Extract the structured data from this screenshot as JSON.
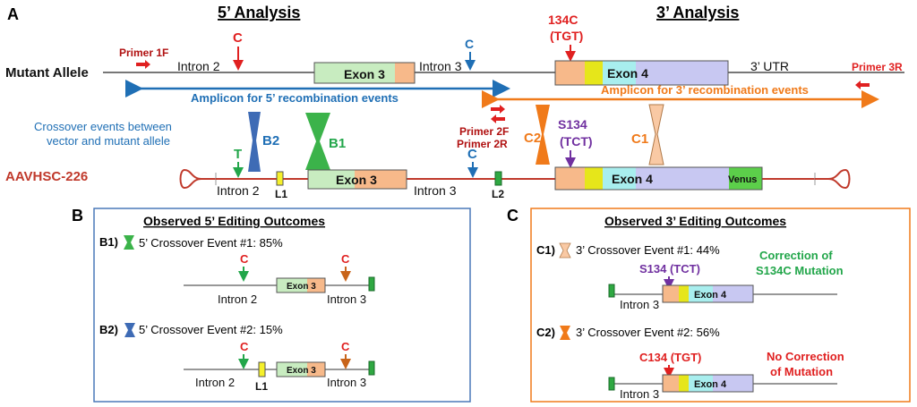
{
  "panel_a": {
    "label": "A",
    "analysis_5": "5’ Analysis",
    "analysis_3": "3’ Analysis",
    "mutant_allele_label": "Mutant Allele",
    "aavhsc_label": "AAVHSC-226",
    "primer_1f": "Primer 1F",
    "primer_3r": "Primer 3R",
    "primer_2f": "Primer 2F",
    "primer_2r": "Primer 2R",
    "intron2": "Intron 2",
    "intron3": "Intron 3",
    "exon3": "Exon 3",
    "exon4": "Exon 4",
    "utr3": "3’ UTR",
    "c": "C",
    "t": "T",
    "mut_codon_1": "134C",
    "mut_codon_2": "(TGT)",
    "s134_1": "S134",
    "s134_2": "(TCT)",
    "amplicon_5": "Amplicon for 5’ recombination events",
    "amplicon_3": "Amplicon for 3’ recombination events",
    "crossover_note_1": "Crossover events between",
    "crossover_note_2": "vector and mutant allele",
    "b1": "B1",
    "b2": "B2",
    "c1": "C1",
    "c2": "C2",
    "l1": "L1",
    "l2": "L2",
    "venus": "Venus"
  },
  "panel_b": {
    "label": "B",
    "title": "Observed 5’ Editing Outcomes",
    "b1_label": "B1)",
    "b1_text": "5’ Crossover Event #1: 85%",
    "b2_label": "B2)",
    "b2_text": "5’ Crossover Event #2: 15%",
    "intron2": "Intron 2",
    "intron3": "Intron 3",
    "exon3": "Exon 3",
    "c": "C",
    "l1": "L1"
  },
  "panel_c": {
    "label": "C",
    "title": "Observed 3’ Editing Outcomes",
    "c1_label": "C1)",
    "c1_text": "3’ Crossover Event #1: 44%",
    "c2_label": "C2)",
    "c2_text": "3’ Crossover Event #2: 56%",
    "s134": "S134 (TCT)",
    "c134": "C134 (TGT)",
    "intron3": "Intron 3",
    "exon4": "Exon 4",
    "correction_1": "Correction of",
    "correction_2": "S134C Mutation",
    "no_correction_1": "No Correction",
    "no_correction_2": "of Mutation"
  },
  "colors": {
    "red": "#e02020",
    "dark_red": "#b01010",
    "blue": "#1f6fb5",
    "orange": "#f07a1a",
    "green": "#22a64a",
    "purple": "#7030a0",
    "exon3_left": "#c8ecc0",
    "exon3_right": "#f7b98a",
    "exon4_peach": "#f7b98a",
    "exon4_yellow": "#e6e61a",
    "exon4_cyan": "#a8eeee",
    "exon4_lavender": "#c8c8f2",
    "venus": "#5ccf4a",
    "b_border": "#4a78b8",
    "c_border": "#f07a1a"
  }
}
